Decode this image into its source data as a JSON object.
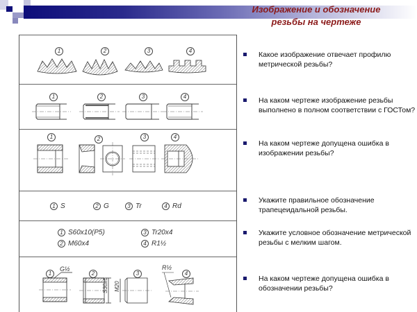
{
  "header": {
    "title_line1": "Изображение и обозначение",
    "title_line2": "резьбы на чертеже",
    "colors": {
      "title": "#8b1a1a",
      "bar_start": "#0d0d7a",
      "bar_end": "#ffffff",
      "bullet": "#1a1a6e"
    }
  },
  "drawings": {
    "row1": {
      "items": [
        "1",
        "2",
        "3",
        "4"
      ]
    },
    "row2": {
      "items": [
        "1",
        "2",
        "3",
        "4"
      ]
    },
    "row3": {
      "items": [
        "1",
        "2",
        "3",
        "4"
      ]
    },
    "row4": {
      "options": [
        {
          "num": "1",
          "text": "S"
        },
        {
          "num": "2",
          "text": "G"
        },
        {
          "num": "3",
          "text": "Tr"
        },
        {
          "num": "4",
          "text": "Rd"
        }
      ]
    },
    "row5": {
      "options": [
        {
          "num": "1",
          "text": "S60x10(P5)"
        },
        {
          "num": "2",
          "text": "M60x4"
        },
        {
          "num": "3",
          "text": "Tr20x4"
        },
        {
          "num": "4",
          "text": "R1½"
        }
      ]
    },
    "row6": {
      "items": [
        "1",
        "2",
        "3",
        "4"
      ],
      "annotations": {
        "a1": "G½",
        "a2": "S30x6",
        "a3": "M20",
        "a4": "R½"
      }
    }
  },
  "questions": [
    {
      "text": "Какое изображение отвечает профилю метрической резьбы?"
    },
    {
      "text": "На каком чертеже изображение резьбы выполнено в полном соответствии с ГОСТом?"
    },
    {
      "text": "На каком чертеже допущена ошибка в изображении резьбы?"
    },
    {
      "text": "Укажите правильное обозначение трапецеидальной резьбы."
    },
    {
      "text": "Укажите условное  обозначение метрической резьбы с мелким шагом."
    },
    {
      "text": "На каком чертеже допущена ошибка в обозначении резьбы?"
    }
  ]
}
